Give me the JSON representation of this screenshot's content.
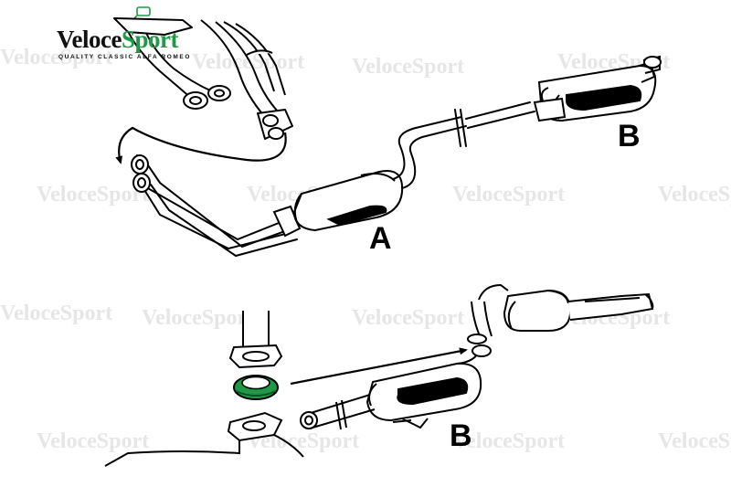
{
  "logo": {
    "word_a": "Veloce",
    "word_b": "Sport",
    "tagline": "QUALITY CLASSIC ALFA ROMEO",
    "brand_color": "#1e9a47"
  },
  "watermark": {
    "word_a": "Veloce",
    "word_b": "Sport",
    "color": "#e6e6e6"
  },
  "labels": {
    "a": "A",
    "b_top": "B",
    "b_bottom": "B"
  },
  "colors": {
    "line": "#000000",
    "seal_ring": "#1e9a47"
  }
}
